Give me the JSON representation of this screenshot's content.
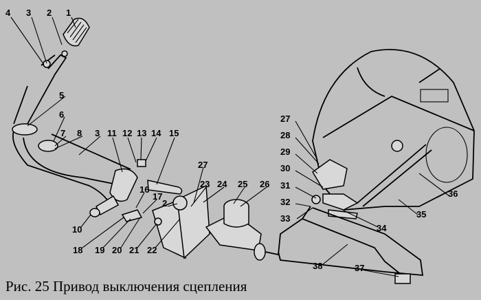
{
  "caption": "Рис. 25 Привод выключения сцепления",
  "labels": {
    "l1": "1",
    "l2": "2",
    "l3": "3",
    "l4": "4",
    "l5": "5",
    "l6": "6",
    "l7": "7",
    "l8": "8",
    "l3b": "3",
    "l11": "11",
    "l12": "12",
    "l13": "13",
    "l14": "14",
    "l15": "15",
    "l27a": "27",
    "l23": "23",
    "l24": "24",
    "l25": "25",
    "l26": "26",
    "l16": "16",
    "l17": "17",
    "l2b": "2",
    "l10": "10",
    "l18": "18",
    "l19": "19",
    "l20": "20",
    "l21": "21",
    "l22": "22",
    "l27b": "27",
    "l28": "28",
    "l29": "29",
    "l30": "30",
    "l31": "31",
    "l32": "32",
    "l33": "33",
    "l34": "34",
    "l35": "35",
    "l36": "36",
    "l37": "37",
    "l38": "38"
  }
}
